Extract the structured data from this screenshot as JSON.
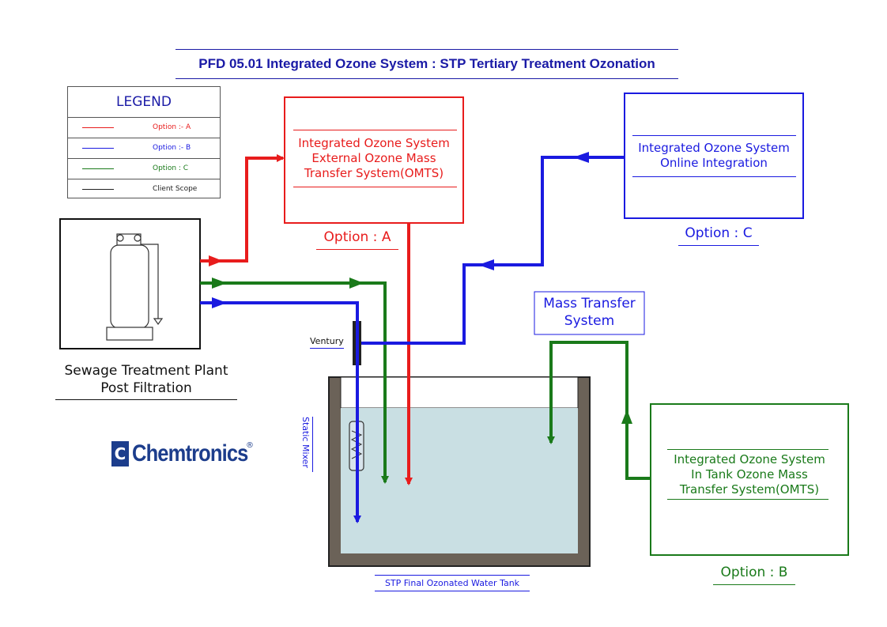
{
  "title": "PFD 05.01 Integrated Ozone System : STP Tertiary Treatment Ozonation",
  "legend": {
    "heading": "LEGEND",
    "items": [
      {
        "label": "Option :- A",
        "color": "#e81c1c"
      },
      {
        "label": "Option :- B",
        "color": "#1a1ae0"
      },
      {
        "label": "Option : C",
        "color": "#1a7a1a"
      },
      {
        "label": "Client Scope",
        "color": "#222222"
      }
    ]
  },
  "option_a_box": {
    "line1": "Integrated Ozone  System",
    "line2": "External Ozone Mass",
    "line3": "Transfer System(OMTS)",
    "label": "Option : A"
  },
  "option_c_box": {
    "line1": "Integrated Ozone  System",
    "line2": "Online Integration",
    "label": "Option : C"
  },
  "option_b_box": {
    "line1": "Integrated Ozone System",
    "line2": "In Tank Ozone Mass",
    "line3": "Transfer System(OMTS)",
    "label": "Option : B"
  },
  "mass_transfer": {
    "line1": "Mass Transfer",
    "line2": "System"
  },
  "stp": {
    "line1": "Sewage Treatment Plant",
    "line2": "Post Filtration"
  },
  "venturi_label": "Ventury",
  "static_mixer_label": "Static Mixer",
  "tank_label": "STP Final Ozonated Water Tank",
  "logo_text": "Chemtronics",
  "colors": {
    "red": "#e81c1c",
    "blue": "#1a1ae0",
    "green": "#1a7a1a",
    "title_blue": "#1a1aa6",
    "water": "#c9dfe3",
    "ground": "#6b6258"
  }
}
